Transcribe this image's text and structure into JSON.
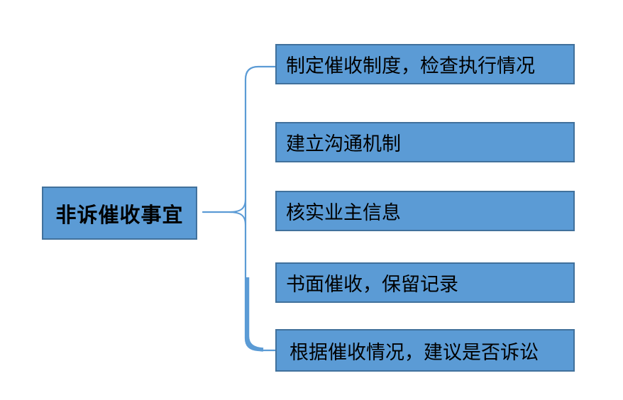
{
  "diagram": {
    "root": {
      "label": "非诉催收事宜"
    },
    "children": [
      {
        "label": "制定催收制度，检查执行情况"
      },
      {
        "label": "建立沟通机制"
      },
      {
        "label": "核实业主信息"
      },
      {
        "label": "书面催收，保留记录"
      },
      {
        "label": "根据催收情况，建议是否诉讼"
      }
    ],
    "colors": {
      "node_fill": "#5b9bd5",
      "node_border": "#41719c",
      "connector": "#5b9bd5",
      "text": "#000000",
      "background": "#ffffff"
    }
  }
}
